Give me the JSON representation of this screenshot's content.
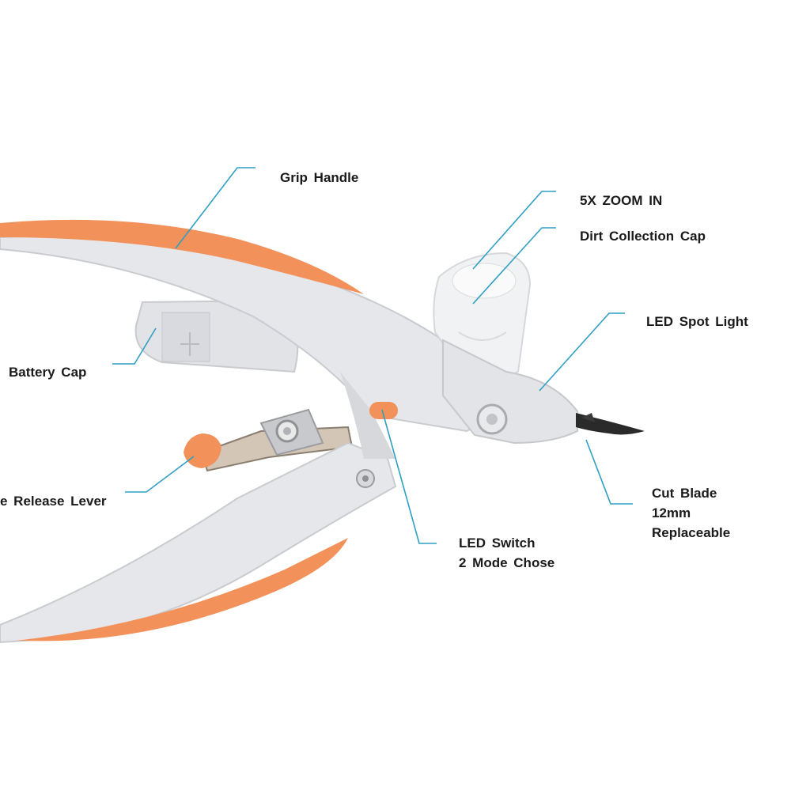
{
  "colors": {
    "callout_line": "#2f9fc4",
    "body_grey": "#e6e7ea",
    "body_shadow": "#c9cbd0",
    "accent_orange": "#f2915a",
    "blade_dark": "#2a2a2a"
  },
  "callouts": {
    "grip_handle": "Grip Handle",
    "zoom_in": "5X ZOOM IN",
    "dirt_cap": "Dirt Collection Cap",
    "led_spot": "LED Spot Light",
    "battery_cap": "Battery Cap",
    "release_lever": "e Release Lever",
    "cut_blade": [
      "Cut Blade",
      "12mm",
      "Replaceable"
    ],
    "led_switch": [
      "LED Switch",
      "2 Mode Chose"
    ]
  }
}
